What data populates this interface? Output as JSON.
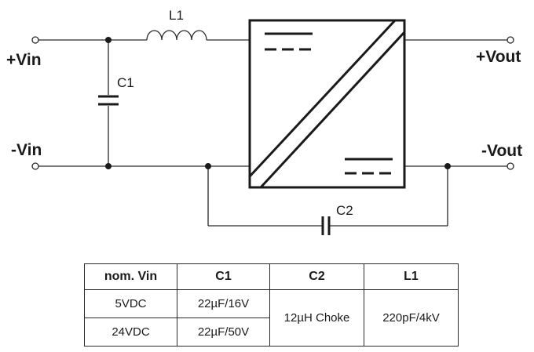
{
  "labels": {
    "vin_pos": "+Vin",
    "vin_neg": "-Vin",
    "vout_pos": "+Vout",
    "vout_neg": "-Vout",
    "c1": "C1",
    "l1": "L1",
    "c2": "C2"
  },
  "table": {
    "headers": [
      "nom. Vin",
      "C1",
      "C2",
      "L1"
    ],
    "rows": [
      {
        "vin": "5VDC",
        "c1": "22µF/16V"
      },
      {
        "vin": "24VDC",
        "c1": "22µF/50V"
      }
    ],
    "c2_value": "12µH Choke",
    "l1_value": "220pF/4kV"
  }
}
